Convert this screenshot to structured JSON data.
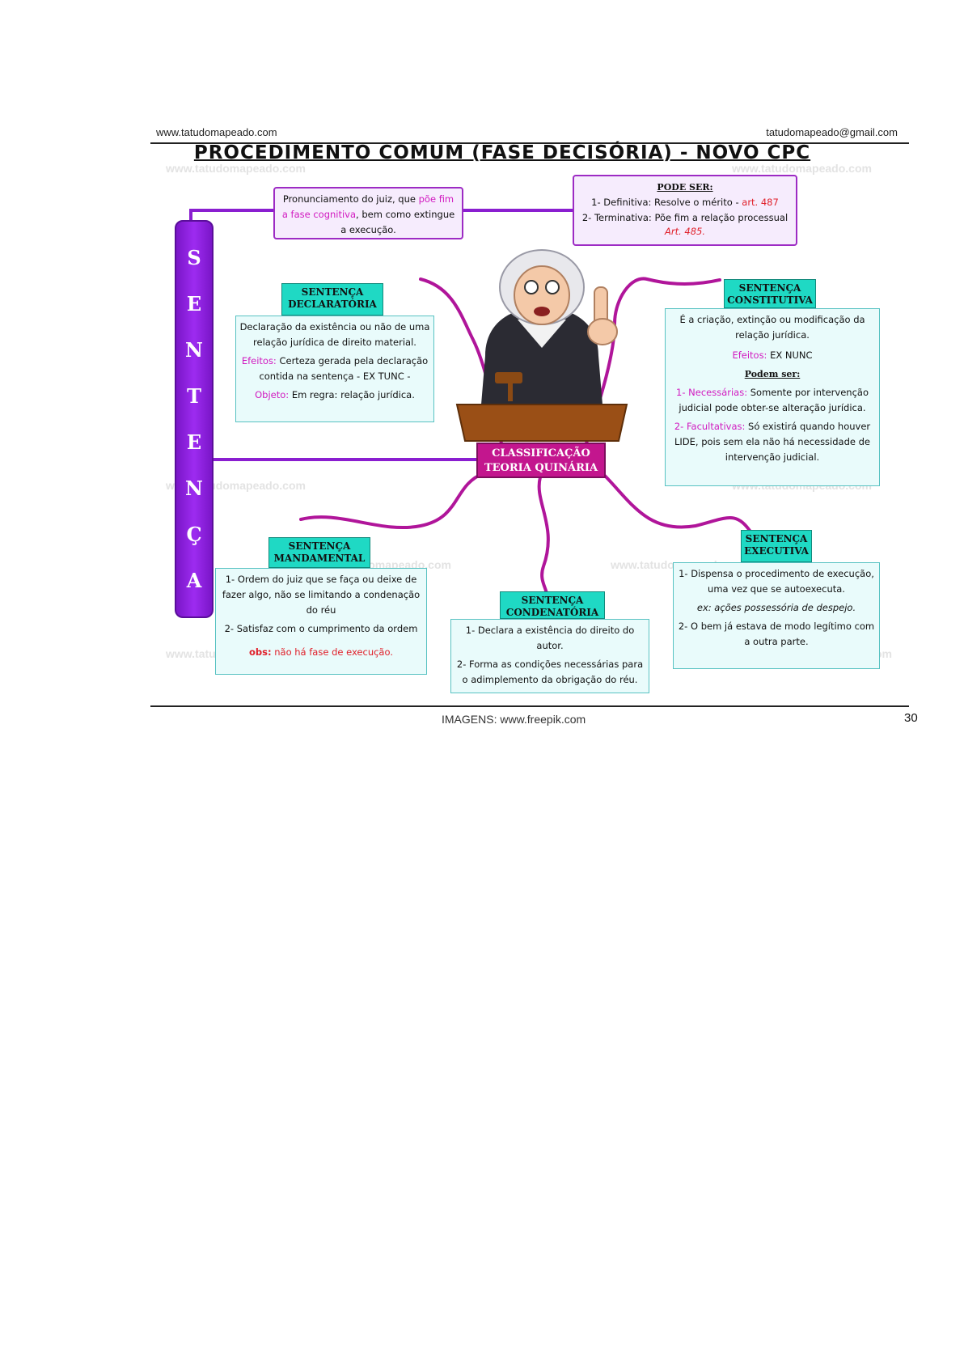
{
  "header": {
    "site": "www.tatudomapeado.com",
    "email": "tatudomapeado@gmail.com",
    "title": "PROCEDIMENTO COMUM (FASE DECISÓRIA) - NOVO CPC"
  },
  "watermark": "www.tatudomapeado.com",
  "vertical_label": [
    "S",
    "E",
    "N",
    "T",
    "E",
    "N",
    "Ç",
    "A"
  ],
  "definition": {
    "part1": "Pronunciamento do juiz, que ",
    "highlight": "põe fim a fase cognitiva",
    "part2": ", bem como extingue a execução."
  },
  "pode_ser": {
    "heading": "PODE SER:",
    "item1_label": "1- Definitiva:",
    "item1_text": "Resolve o mérito - ",
    "item1_art": "art. 487",
    "item2_label": "2- Terminativa:",
    "item2_text": "Põe fim a relação processual",
    "item2_art": "Art. 485."
  },
  "center_node": [
    "CLASSIFICAÇÃO",
    "TEORIA QUINÁRIA"
  ],
  "declaratoria": {
    "tag": [
      "SENTENÇA",
      "DECLARATÓRIA"
    ],
    "text": "Declaração da existência ou não de uma relação jurídica de direito material.",
    "efeitos_label": "Efeitos:",
    "efeitos_text": "Certeza gerada pela declaração contida na sentença - EX TUNC -",
    "objeto_label": "Objeto:",
    "objeto_text": "Em regra: relação jurídica."
  },
  "constitutiva": {
    "tag": [
      "SENTENÇA",
      "CONSTITUTIVA"
    ],
    "text": "É a criação, extinção ou modificação da relação jurídica.",
    "efeitos_label": "Efeitos:",
    "efeitos_text": "EX NUNC",
    "podem_ser": "Podem ser:",
    "item1_label": "1- Necessárias:",
    "item1_text": "Somente por intervenção judicial pode obter-se alteração jurídica.",
    "item2_label": "2- Facultativas:",
    "item2_text": "Só existirá quando houver LIDE, pois sem ela não há necessidade de intervenção judicial."
  },
  "mandamental": {
    "tag": [
      "SENTENÇA",
      "MANDAMENTAL"
    ],
    "item1": "1- Ordem do juiz que se faça ou deixe de fazer algo, não se limitando a condenação do réu",
    "item2": "2- Satisfaz com o cumprimento da ordem",
    "obs_label": "obs:",
    "obs_text": "não há fase de execução."
  },
  "condenatoria": {
    "tag": [
      "SENTENÇA",
      "CONDENATÓRIA"
    ],
    "item1": "1- Declara a existência do direito do autor.",
    "item2": "2- Forma as condições necessárias para o adimplemento da obrigação do réu."
  },
  "executiva": {
    "tag": [
      "SENTENÇA",
      "EXECUTIVA"
    ],
    "item1": "1- Dispensa o procedimento de execução, uma vez que se autoexecuta.",
    "ex_label": "ex:",
    "ex_text": "ações possessória de despejo.",
    "item2": "2- O bem já estava de modo legítimo com a outra parte."
  },
  "footer": {
    "credit": "IMAGENS: www.freepik.com",
    "page": "30"
  },
  "colors": {
    "purple": "#9d2bf0",
    "teal": "#1fd9c4",
    "magenta": "#c3168e",
    "highlight": "#d11ac0"
  }
}
